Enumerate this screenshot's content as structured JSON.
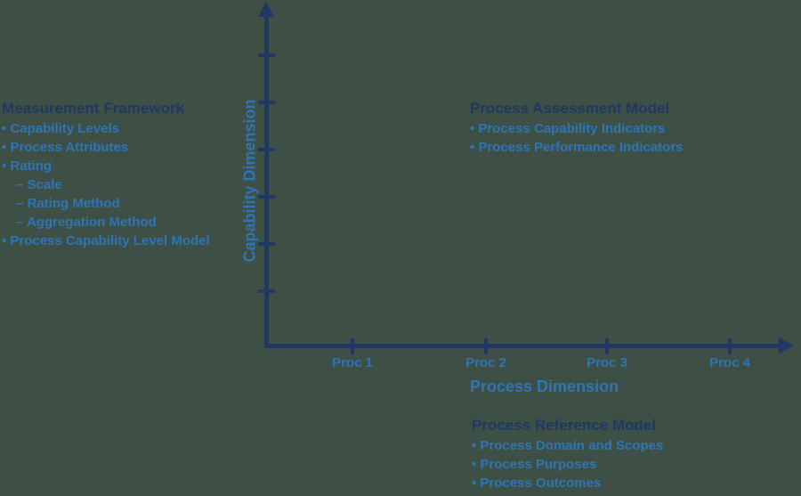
{
  "colors": {
    "background": "#3E4F45",
    "navy": "#1F3864",
    "blue": "#2E75B6"
  },
  "y_axis": {
    "label": "Capability Dimension"
  },
  "x_axis": {
    "label": "Process Dimension",
    "tick_labels": [
      "Proc 1",
      "Proc 2",
      "Proc 3",
      "Proc 4"
    ]
  },
  "measurement_framework": {
    "title": "Measurement Framework",
    "items": [
      "• Capability Levels",
      "• Process Attributes",
      "• Rating",
      "– Scale",
      "– Rating Method",
      "– Aggregation Method",
      "• Process Capability Level Model"
    ]
  },
  "process_assessment_model": {
    "title": "Process Assessment Model",
    "items": [
      "• Process Capability Indicators",
      "• Process Performance Indicators"
    ]
  },
  "process_reference_model": {
    "title": "Process Reference Model",
    "items": [
      "• Process Domain and Scopes",
      "• Process Purposes",
      "• Process Outcomes"
    ]
  }
}
